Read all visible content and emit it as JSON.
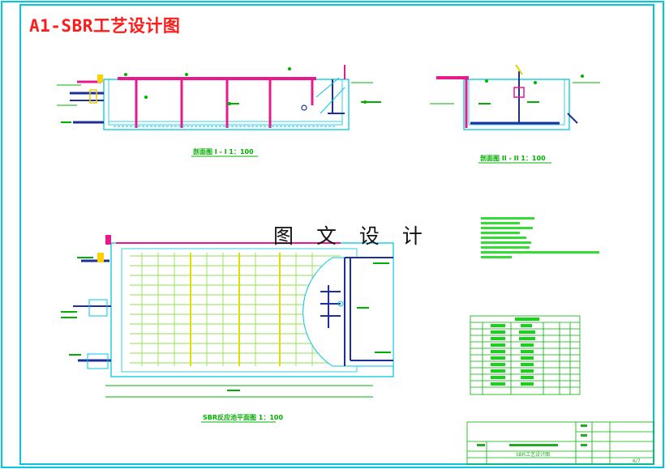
{
  "title": "A1-SBR工艺设计图",
  "watermark": "图 文 设 计",
  "section1_caption": "剖面图 I - I  1：100",
  "section2_caption": "剖面图 II - II  1：100",
  "plan_caption": "SBR反应池平面图 1：100",
  "title_block": {
    "drawing_name": "SBR工艺设计图",
    "sheet": "6/7"
  },
  "colors": {
    "frame": "#00c8e0",
    "title": "#ff1a1a",
    "annotation": "#00b000",
    "pipe_magenta": "#e8198c",
    "pipe_blue": "#1e2f9c",
    "leader": "#00d000"
  }
}
